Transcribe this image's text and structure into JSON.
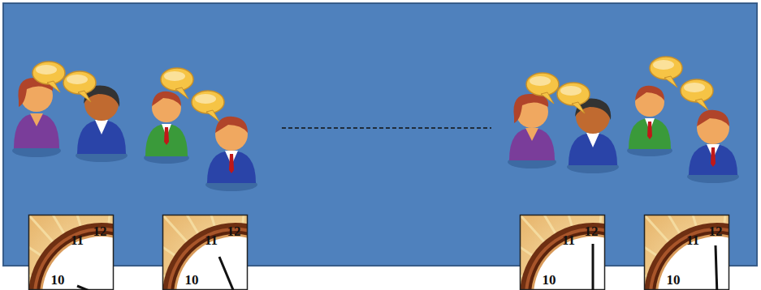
{
  "diagram": {
    "labels": [
      "12",
      "11",
      "10",
      "12",
      "11",
      "10",
      "12",
      "11",
      "10",
      "12",
      "11",
      "10"
    ]
  }
}
